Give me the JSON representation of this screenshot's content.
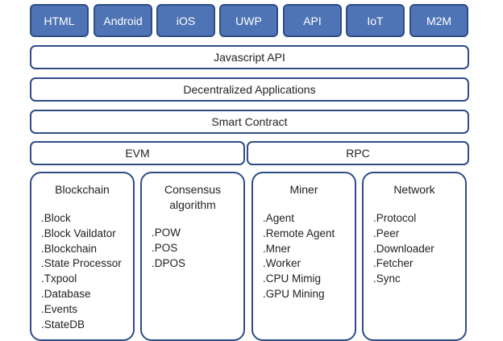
{
  "platforms": [
    "HTML",
    "Android",
    "iOS",
    "UWP",
    "API",
    "IoT",
    "M2M"
  ],
  "layers": {
    "javascript_api": "Javascript API",
    "dapps": "Decentralized Applications",
    "smart_contract": "Smart Contract",
    "evm": "EVM",
    "rpc": "RPC"
  },
  "modules": {
    "blockchain": {
      "title": "Blockchain",
      "items": [
        ".Block",
        ".Block Vaildator",
        ".Blockchain",
        ".State Processor",
        ".Txpool",
        ".Database",
        ".Events",
        ".StateDB"
      ]
    },
    "consensus": {
      "title": "Consensus algorithm",
      "items": [
        ".POW",
        ".POS",
        ".DPOS"
      ]
    },
    "miner": {
      "title": "Miner",
      "items": [
        ".Agent",
        ".Remote Agent",
        ".Mner",
        ".Worker",
        ".CPU Mimig",
        ".GPU Mining"
      ]
    },
    "network": {
      "title": "Network",
      "items": [
        ".Protocol",
        ".Peer",
        ".Downloader",
        ".Fetcher",
        ".Sync"
      ]
    }
  },
  "colors": {
    "platform_fill": "#4f74b5",
    "border": "#2e4d86"
  }
}
